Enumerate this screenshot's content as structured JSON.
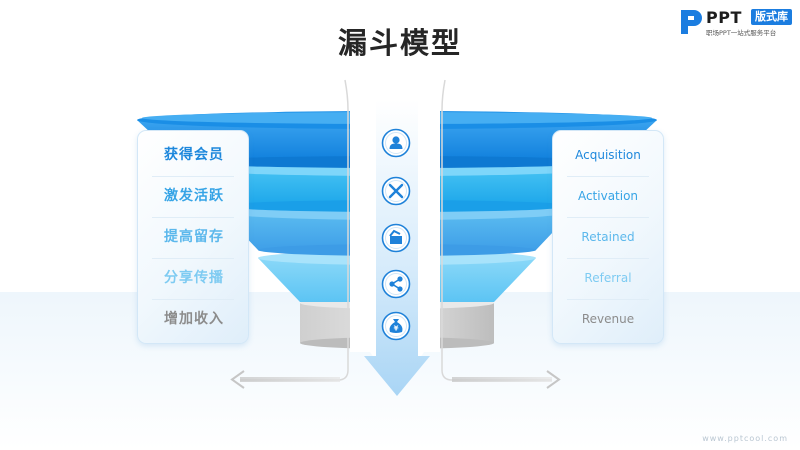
{
  "title": "漏斗模型",
  "logo": {
    "brand": "PPT",
    "badge": "版式库",
    "tagline": "职场PPT一站式服务平台"
  },
  "stages": [
    {
      "zh": "获得会员",
      "en": "Acquisition",
      "color": "#1e88dc",
      "icon": "user-icon"
    },
    {
      "zh": "激发活跃",
      "en": "Activation",
      "color": "#36a4e6",
      "icon": "tools-icon"
    },
    {
      "zh": "提高留存",
      "en": "Retained",
      "color": "#5cb8ec",
      "icon": "box-icon"
    },
    {
      "zh": "分享传播",
      "en": "Referral",
      "color": "#7ecbf2",
      "icon": "share-icon"
    },
    {
      "zh": "增加收入",
      "en": "Revenue",
      "color": "#8c8c8c",
      "icon": "money-bag-icon"
    }
  ],
  "colors": {
    "accent": "#1b7de0",
    "funnel_top": "#1a8ee6",
    "funnel_light": "#7fd0f7",
    "base": "#c9c9c9"
  },
  "watermark": "www.pptcool.com"
}
